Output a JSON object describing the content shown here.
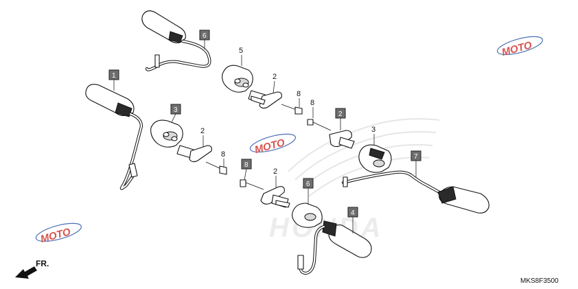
{
  "diagram": {
    "drawing_code": "MKS8F3500",
    "direction_label": "FR.",
    "watermark_text": "HONDA",
    "site_logo_text": "MOTO",
    "callouts": [
      {
        "id": "c1",
        "label": "1",
        "boxed": true
      },
      {
        "id": "c6",
        "label": "6",
        "boxed": true
      },
      {
        "id": "c5",
        "label": "5",
        "boxed": false
      },
      {
        "id": "c2a",
        "label": "2",
        "boxed": false
      },
      {
        "id": "c8a",
        "label": "8",
        "boxed": false
      },
      {
        "id": "c8b",
        "label": "8",
        "boxed": false
      },
      {
        "id": "c2b",
        "label": "2",
        "boxed": true
      },
      {
        "id": "c3a",
        "label": "3",
        "boxed": false
      },
      {
        "id": "c7",
        "label": "7",
        "boxed": true
      },
      {
        "id": "c3b",
        "label": "3",
        "boxed": true
      },
      {
        "id": "c2c",
        "label": "2",
        "boxed": false
      },
      {
        "id": "c8c",
        "label": "8",
        "boxed": false
      },
      {
        "id": "c8d",
        "label": "8",
        "boxed": true
      },
      {
        "id": "c2d",
        "label": "2",
        "boxed": false
      },
      {
        "id": "c6b",
        "label": "6",
        "boxed": true
      },
      {
        "id": "c4",
        "label": "4",
        "boxed": true
      }
    ],
    "colors": {
      "callout_fill": "#6e6e6e",
      "logo_red": "#d9534f",
      "logo_blue": "#4a6fb3"
    }
  }
}
